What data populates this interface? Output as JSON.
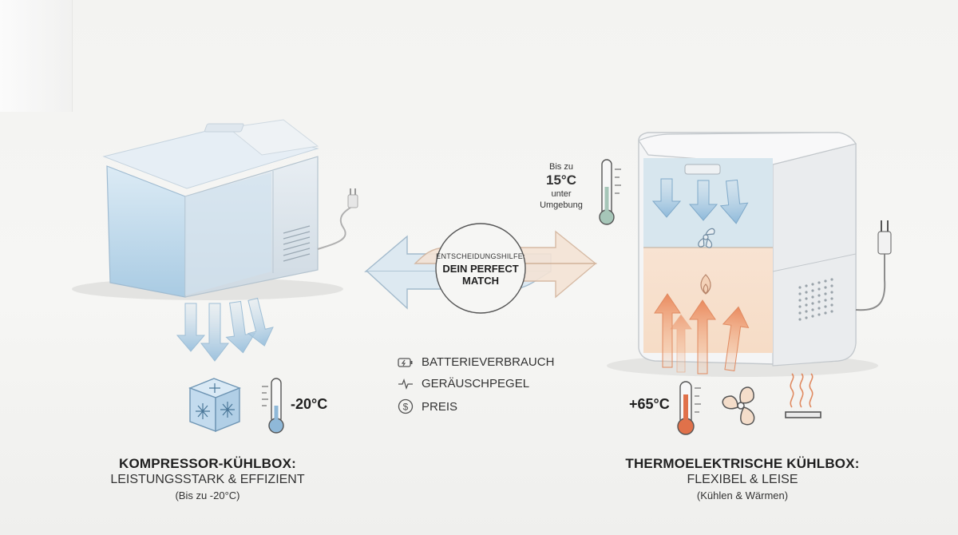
{
  "center": {
    "label_small": "ENTSCHEIDUNGSHILFE:",
    "label_big": "DEIN PERFECT MATCH"
  },
  "legend": [
    {
      "icon": "battery-icon",
      "label": "BATTERIEVERBRAUCH"
    },
    {
      "icon": "sound-wave-icon",
      "label": "GERÄUSCHPEGEL"
    },
    {
      "icon": "dollar-icon",
      "label": "PREIS"
    }
  ],
  "left": {
    "temperature": "-20°C",
    "title": "KOMPRESSOR-KÜHLBOX:",
    "subtitle": "LEISTUNGSSTARK & EFFIZIENT",
    "note": "(Bis zu -20°C)"
  },
  "right": {
    "cooling_prefix": "Bis zu",
    "cooling_value": "15°C",
    "cooling_suffix_1": "unter",
    "cooling_suffix_2": "Umgebung",
    "temperature": "+65°C",
    "title": "THERMOELEKTRISCHE KÜHLBOX:",
    "subtitle": "FLEXIBEL & LEISE",
    "note": "(Kühlen & Wärmen)"
  },
  "colors": {
    "cool": "#a9cfe6",
    "warm": "#f2b48c",
    "accent_red": "#e0714a"
  }
}
